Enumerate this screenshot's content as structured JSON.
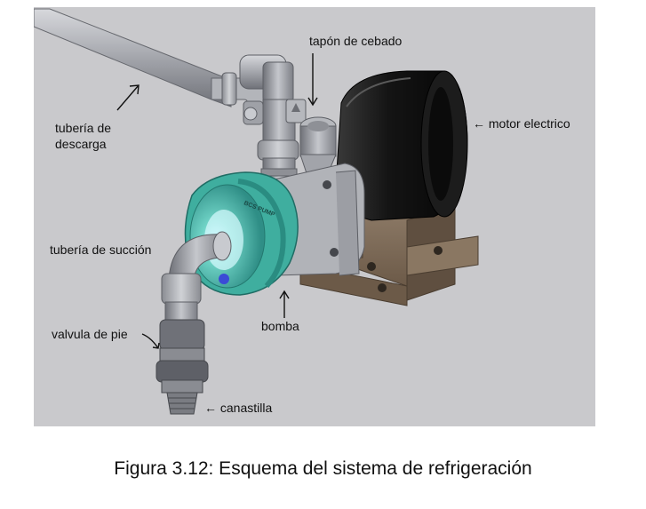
{
  "labels": {
    "tapon": "tapón de cebado",
    "descarga_1": "tubería de",
    "descarga_2": "descarga",
    "motor_prefix": "←",
    "motor": "motor electrico",
    "succion": "tubería de succión",
    "bomba": "bomba",
    "valvula": "valvula de pie",
    "canastilla_prefix": "←",
    "canastilla": "canastilla"
  },
  "pump_brand": "BCS PUMP",
  "caption": "Figura 3.12: Esquema del sistema de refrigeración",
  "colors": {
    "background": "#c9c9cc",
    "pipe": "#a4a6ac",
    "motor": "#141414",
    "pump_body": "#4dbfae",
    "base": "#7d6a57"
  }
}
